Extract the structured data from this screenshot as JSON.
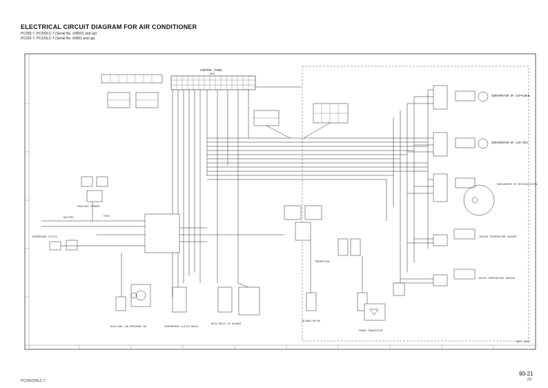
{
  "header": {
    "title": "ELECTRICAL CIRCUIT DIAGRAM FOR AIR CONDITIONER",
    "subtitle_1": "PC200-7, PC200LC-7 (Serial No. 200001 and up)",
    "subtitle_2": "PC220-7, PC220LC-7 (Serial No. 60001 and up)"
  },
  "footer": {
    "model": "PC200/220LC-7",
    "page": "90-21",
    "page_sub": "(9)"
  },
  "diagram": {
    "control_panel_label": "CONTROL PANEL",
    "control_panel_code": "SDW",
    "components": {
      "sunlight_sensor": "SUNLIGHT SENSOR",
      "servomotor_diffuser": "SERVOMOTOR OF DIFFUSER",
      "servomotor_air_mix": "SERVOMOTOR OF AIR MIX",
      "servomotor_recirc": "SERVOMOTOR OF RECIRCULATION",
      "inside_temp_sensor": "INSIDE TEMPERATURE SENSOR",
      "water_temp_sensor": "WATER TEMPERATURE SENSOR",
      "thermistor": "THERMISTOR",
      "compressor_clutch": "COMPRESSOR CLUTCH",
      "compressor_clutch_relay": "COMPRESSOR CLUTCH RELAY",
      "main_relay_blower": "MAIN RELAY OF BLOWER",
      "blower_motor": "BLOWER MOTOR",
      "power_transistor": "POWER TRANSISTOR",
      "high_low_pressure_sw": "HIGH AND LOW PRESSURE SW",
      "battery": "BATTERY",
      "fuse": "FUSE"
    },
    "drawing_code": "SMP1-203A"
  }
}
